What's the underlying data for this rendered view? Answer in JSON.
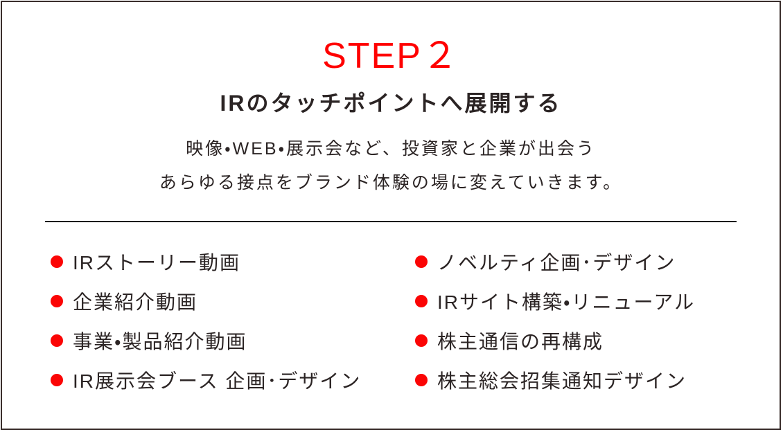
{
  "card": {
    "step_label": "STEP２",
    "title": "IRのタッチポイントへ展開する",
    "description_lines": [
      "映像・WEB・展示会など、投資家と企業が出会う",
      "あらゆる接点をブランド体験の場に変えていきます。"
    ],
    "services": {
      "left": [
        "IRストーリー動画",
        "企業紹介動画",
        "事業・製品紹介動画",
        "IR展示会ブース 企画･デザイン"
      ],
      "right": [
        "ノベルティ企画･デザイン",
        "IRサイト構築・リニューアル",
        "株主通信の再構成",
        "株主総会招集通知デザイン"
      ]
    },
    "colors": {
      "accent_red": "#ff0000",
      "bullet_red": "#fb0505",
      "text_dark": "#2b2424",
      "border_brown": "#3a2e2c",
      "divider_black": "#141414"
    }
  }
}
